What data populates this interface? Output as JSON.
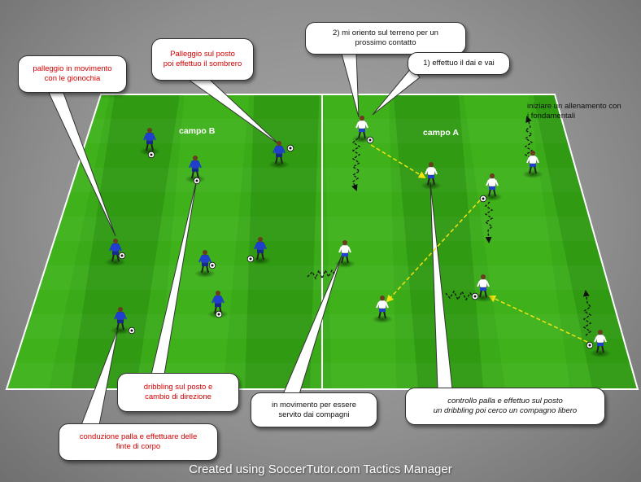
{
  "zones": {
    "left_label": "campo B",
    "right_label": "campo A"
  },
  "corner_note": {
    "line1": "iniziare un allenamento con",
    "line2": "i fondamentali"
  },
  "callouts": {
    "movimento_ginocchia": {
      "line1": "palleggio in movimento",
      "line2": "con le gionochia"
    },
    "sombrero": {
      "line1": "Palleggio sul posto",
      "line2": "poi effettuo il sombrero"
    },
    "orientamento": {
      "line1": "2) mi oriento sul terreno per un",
      "line2": "prossimo contatto"
    },
    "dai_vai": {
      "line1": "1) effettuo il dai e vai"
    },
    "dribbling": {
      "line1": "dribbling sul posto e",
      "line2": "cambio di direzione"
    },
    "servito": {
      "line1": "in movimento per essere",
      "line2": "servito dai compagni"
    },
    "controllo": {
      "line1": "controllo palla e effettuo  sul posto",
      "line2": "un dribbling poi cerco un compagno libero"
    },
    "conduzione": {
      "line1": "conduzione palla e effettuare delle",
      "line2": "finte di corpo"
    }
  },
  "footer": {
    "text": "Created using SoccerTutor.com Tactics Manager"
  },
  "colors": {
    "pitch_light": "#3fb21b",
    "pitch_dark": "#2f9a12",
    "team_blue": "#1f3fd0",
    "team_white": "#ffffff",
    "pass_arrow": "#f2e312",
    "run_arrow": "#111111",
    "callout_red": "#d40000"
  },
  "icons": {
    "player": "player-figure-icon",
    "ball": "soccer-ball-icon"
  }
}
